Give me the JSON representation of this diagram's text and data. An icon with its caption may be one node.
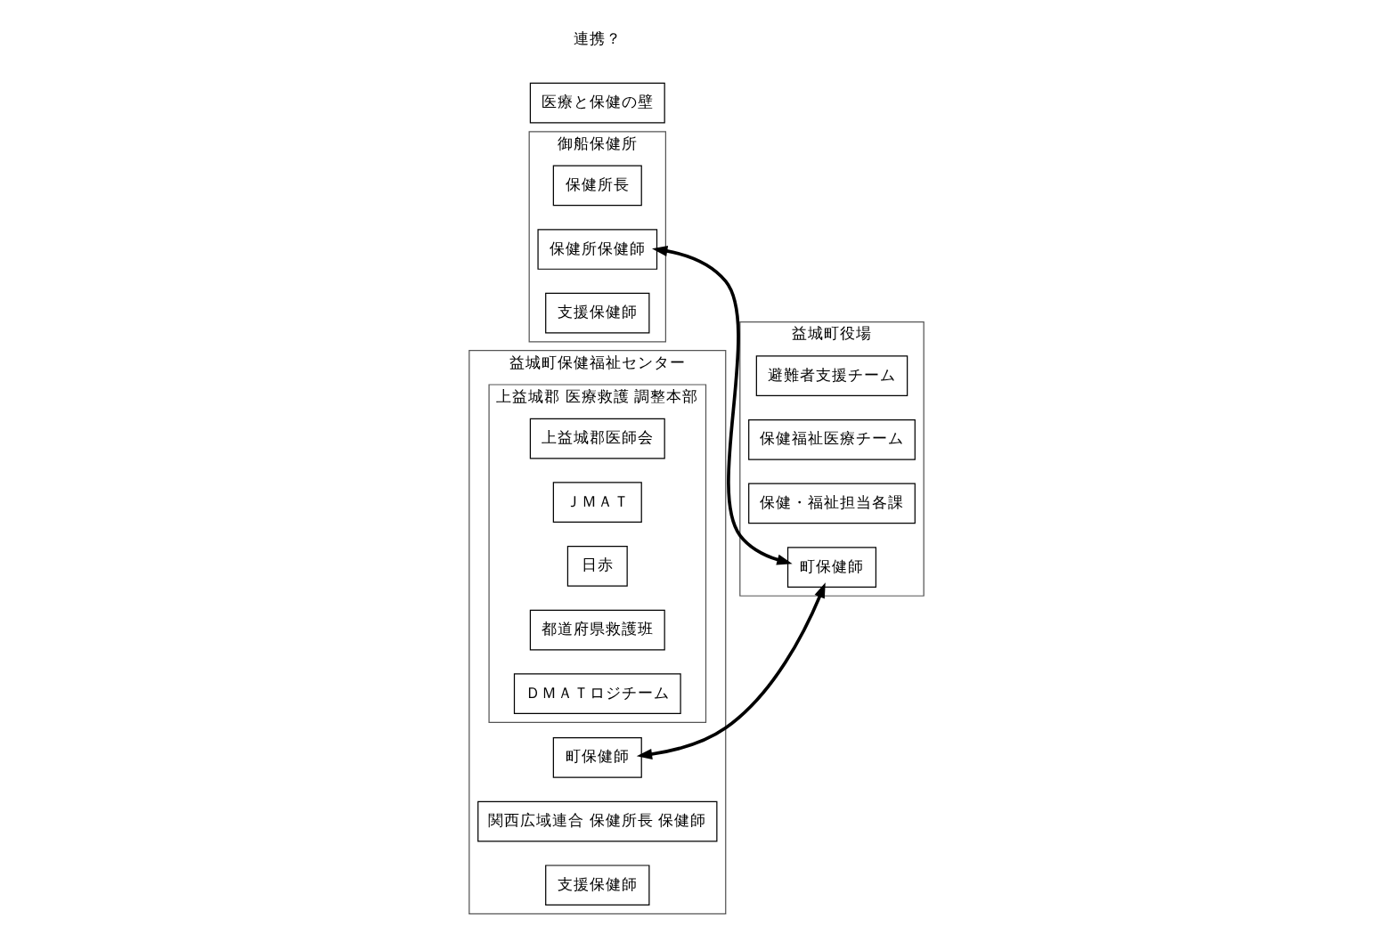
{
  "diagram": {
    "nodes": [
      {
        "text": [
          "御船保健所"
        ]
      },
      {
        "text": [
          "保健所長"
        ],
        "in": 0
      },
      {
        "text": [
          "保健所保健師"
        ],
        "in": 0
      },
      {
        "text": [
          "支援保健師"
        ],
        "in": 0
      },
      {
        "text": [
          "益城町役場"
        ]
      },
      {
        "text": [
          "避難者支援チーム"
        ],
        "in": 4
      },
      {
        "text": [
          "保健福祉医療チーム"
        ],
        "in": 4
      },
      {
        "text": [
          "保健・福祉担当各課"
        ],
        "in": 4
      },
      {
        "text": [
          "町保健師"
        ],
        "in": 4
      },
      {
        "text": [
          "益城町保健福祉センター"
        ]
      },
      {
        "text": [
          "町保健師"
        ],
        "in": 9
      },
      {
        "text": [
          "関西広域連合 保健所長 保健師"
        ],
        "in": 9
      },
      {
        "text": [
          "支援保健師"
        ],
        "in": 9
      },
      {
        "text": [
          "上益城郡 医療救護 調整本部"
        ],
        "in": 9
      },
      {
        "text": [
          "上益城郡医師会"
        ],
        "in": 13
      },
      {
        "text": [
          "ＪＭＡＴ"
        ],
        "in": 13
      },
      {
        "text": [
          "日赤"
        ],
        "in": 13
      },
      {
        "text": [
          "都道府県救護班"
        ],
        "in": 13
      },
      {
        "text": [
          "ＤＭＡＴロジチーム"
        ],
        "in": 13
      },
      {
        "text": [
          "医療と保健の壁"
        ]
      }
    ],
    "edges": [
      {
        "from": 2,
        "to": 8,
        "arrow": "both"
      },
      {
        "from": 10,
        "to": 8,
        "arrow": "both"
      }
    ],
    "labels": [
      "連携？"
    ]
  }
}
